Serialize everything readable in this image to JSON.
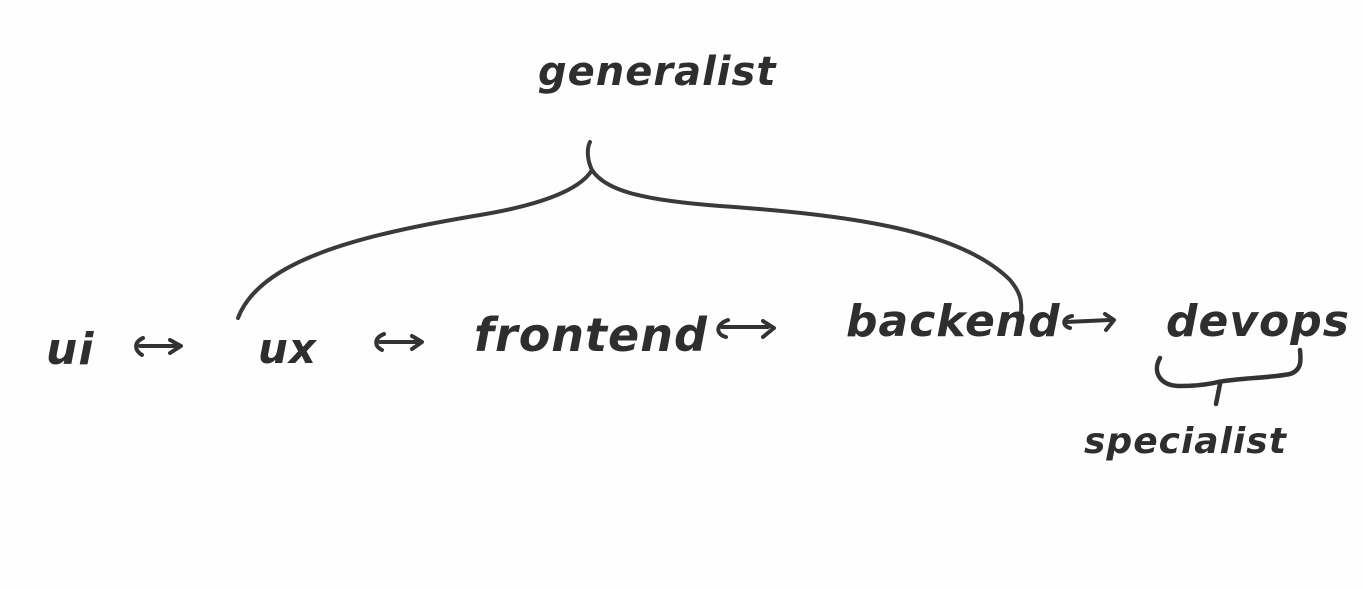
{
  "diagram": {
    "type": "hand-drawn spectrum diagram",
    "top_label": "generalist",
    "bottom_label": "specialist",
    "spectrum": [
      {
        "id": "ui",
        "label": "ui"
      },
      {
        "id": "ux",
        "label": "ux"
      },
      {
        "id": "frontend",
        "label": "frontend"
      },
      {
        "id": "backend",
        "label": "backend"
      },
      {
        "id": "devops",
        "label": "devops"
      }
    ],
    "connectors": [
      {
        "from": "ui",
        "to": "ux",
        "type": "double-arrow-icon"
      },
      {
        "from": "ux",
        "to": "frontend",
        "type": "double-arrow-icon"
      },
      {
        "from": "frontend",
        "to": "backend",
        "type": "double-arrow-icon"
      },
      {
        "from": "backend",
        "to": "devops",
        "type": "double-arrow-icon"
      }
    ],
    "braces": [
      {
        "label": "generalist",
        "spans": [
          "ux",
          "frontend",
          "backend"
        ],
        "position": "above"
      },
      {
        "label": "specialist",
        "spans": [
          "devops"
        ],
        "position": "below"
      }
    ],
    "colors": {
      "ink": "#2e2e2e",
      "paper": "#fefefe"
    }
  }
}
